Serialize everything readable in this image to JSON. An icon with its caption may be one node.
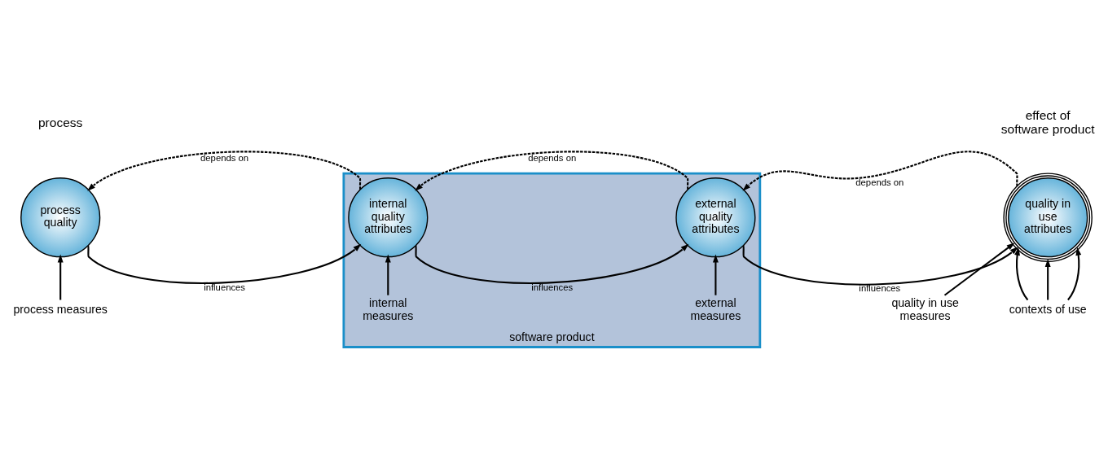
{
  "diagram": {
    "nodes": [
      {
        "text": [
          "process quality"
        ]
      },
      {
        "text": [
          "software product"
        ]
      },
      {
        "text": [
          "internal quality attributes"
        ],
        "in": 1
      },
      {
        "text": [
          "external quality attributes"
        ],
        "in": 1
      },
      {
        "text": [
          "quality in use attributes"
        ]
      },
      {
        "text": [
          "process measures"
        ]
      },
      {
        "text": [
          "internal measures"
        ],
        "in": 1
      },
      {
        "text": [
          "external measures"
        ],
        "in": 1
      },
      {
        "text": [
          "quality in use measures"
        ]
      },
      {
        "text": [
          "contexts of use"
        ]
      }
    ],
    "edges": [
      {
        "from": 0,
        "to": 2,
        "arrow": "to",
        "label": "influences"
      },
      {
        "from": 2,
        "to": 3,
        "arrow": "to",
        "label": "influences"
      },
      {
        "from": 3,
        "to": 4,
        "arrow": "to",
        "label": "influences"
      },
      {
        "from": 2,
        "to": 0,
        "arrow": "to",
        "label": "depends on",
        "style": "dashed"
      },
      {
        "from": 3,
        "to": 2,
        "arrow": "to",
        "label": "depends on",
        "style": "dashed"
      },
      {
        "from": 4,
        "to": 3,
        "arrow": "to",
        "label": "depends on",
        "style": "dashed"
      },
      {
        "from": 5,
        "to": 0,
        "arrow": "to"
      },
      {
        "from": 6,
        "to": 2,
        "arrow": "to"
      },
      {
        "from": 7,
        "to": 3,
        "arrow": "to"
      },
      {
        "from": 8,
        "to": 4,
        "arrow": "to"
      },
      {
        "from": 9,
        "to": 4,
        "arrow": "to"
      },
      {
        "from": 9,
        "to": 4,
        "arrow": "to"
      },
      {
        "from": 9,
        "to": 4,
        "arrow": "to"
      }
    ],
    "labels": [
      "process",
      "effect of software product"
    ]
  }
}
